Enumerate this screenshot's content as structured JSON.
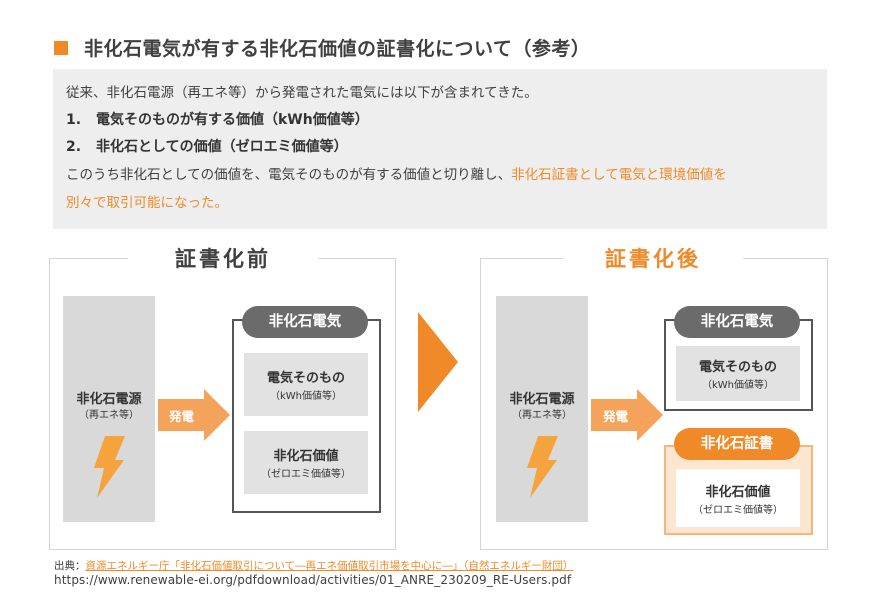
{
  "header": {
    "title": "非化石電気が有する非化石価値の証書化について（参考）"
  },
  "intro": {
    "line1": "従来、非化石電源（再エネ等）から発電された電気には以下が含まれてきた。",
    "item1_num": "1.",
    "item1_text": "電気そのものが有する価値（kWh価値等）",
    "item2_num": "2.",
    "item2_text": "非化石としての価値（ゼロエミ価値等）",
    "line4_plain": "このうち非化石としての価値を、電気そのものが有する価値と切り離し、",
    "line4_orange": "非化石証書として電気と環境価値を",
    "line5_orange": "別々で取引可能になった。"
  },
  "before": {
    "title": "証書化前",
    "source_label": "非化石電源",
    "source_sub": "（再エネ等）",
    "arrow_label": "発電",
    "frame_title": "非化石電気",
    "box1_main": "電気そのもの",
    "box1_sub": "（kWh価値等）",
    "box2_main": "非化石価値",
    "box2_sub": "（ゼロエミ価値等）"
  },
  "after": {
    "title": "証書化後",
    "source_label": "非化石電源",
    "source_sub": "（再エネ等）",
    "arrow_label": "発電",
    "frame1_title": "非化石電気",
    "box1_main": "電気そのもの",
    "box1_sub": "（kWh価値等）",
    "frame2_title": "非化石証書",
    "box2_main": "非化石価値",
    "box2_sub": "（ゼロエミ価値等）"
  },
  "footer": {
    "source_prefix": "出典：",
    "source_link": "資源エネルギー庁「非化石価値取引について―再エネ価値取引市場を中心に―」（自然エネルギー財団）",
    "url": "https://www.renewable-ei.org/pdfdownload/activities/01_ANRE_230209_RE-Users.pdf"
  },
  "colors": {
    "accent": "#f08a28",
    "pill_gray": "#6b6b6b",
    "source_gray": "#d9d9d9",
    "inner_gray": "#e2e2e2"
  },
  "icons": {
    "bolt": "lightning-bolt-icon",
    "arrow": "right-arrow-icon"
  }
}
